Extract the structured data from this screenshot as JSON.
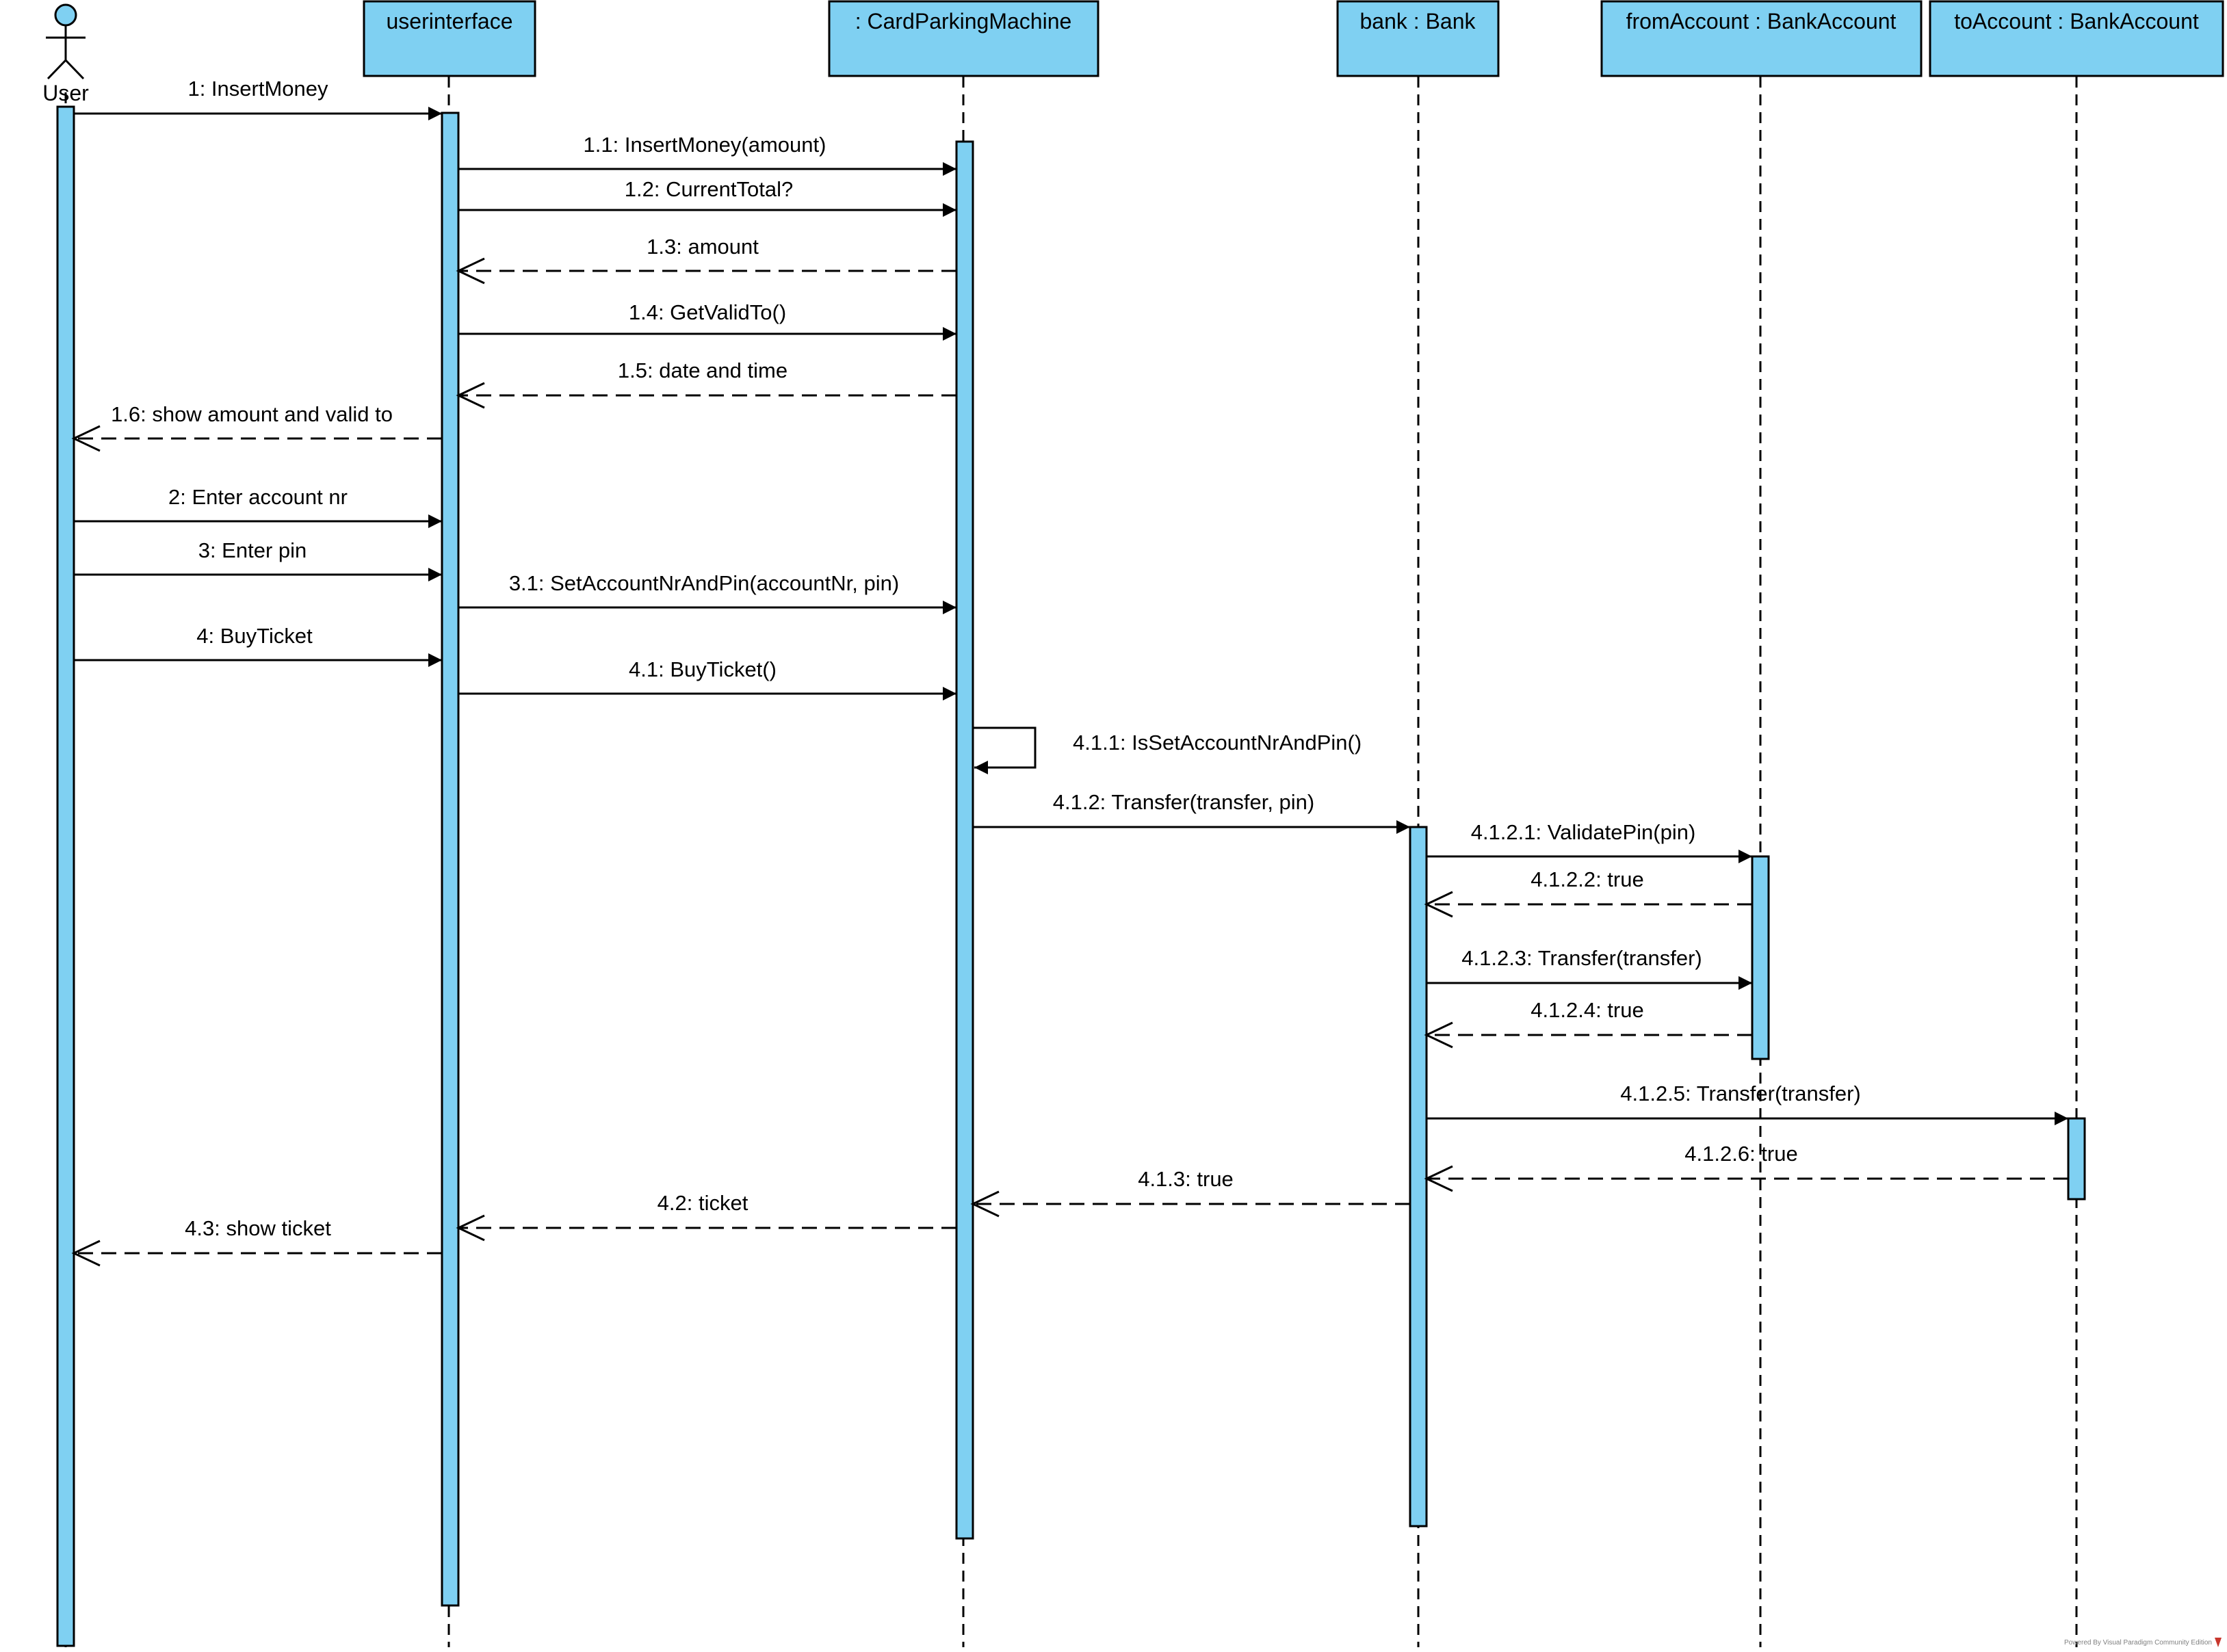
{
  "diagram": {
    "type": "UML sequence diagram",
    "colors": {
      "box": "#7fd0f2",
      "activation": "#7fd0f2",
      "line": "#000000",
      "logo": "#c8372d"
    },
    "actor": {
      "label": "User"
    },
    "lifelines": [
      {
        "id": "ui",
        "label": "userinterface"
      },
      {
        "id": "cpm",
        "label": ": CardParkingMachine"
      },
      {
        "id": "bank",
        "label": "bank : Bank"
      },
      {
        "id": "from",
        "label": "fromAccount : BankAccount"
      },
      {
        "id": "to",
        "label": "toAccount : BankAccount"
      }
    ],
    "messages": [
      {
        "label": "1: InsertMoney",
        "from": "user",
        "to": "ui",
        "kind": "sync"
      },
      {
        "label": "1.1: InsertMoney(amount)",
        "from": "ui",
        "to": "cpm",
        "kind": "sync"
      },
      {
        "label": "1.2: CurrentTotal?",
        "from": "ui",
        "to": "cpm",
        "kind": "sync"
      },
      {
        "label": "1.3: amount",
        "from": "cpm",
        "to": "ui",
        "kind": "return"
      },
      {
        "label": "1.4: GetValidTo()",
        "from": "ui",
        "to": "cpm",
        "kind": "sync"
      },
      {
        "label": "1.5: date and time",
        "from": "cpm",
        "to": "ui",
        "kind": "return"
      },
      {
        "label": "1.6: show amount and valid to",
        "from": "ui",
        "to": "user",
        "kind": "return"
      },
      {
        "label": "2: Enter account nr",
        "from": "user",
        "to": "ui",
        "kind": "sync"
      },
      {
        "label": "3: Enter pin",
        "from": "user",
        "to": "ui",
        "kind": "sync"
      },
      {
        "label": "3.1: SetAccountNrAndPin(accountNr, pin)",
        "from": "ui",
        "to": "cpm",
        "kind": "sync"
      },
      {
        "label": "4: BuyTicket",
        "from": "user",
        "to": "ui",
        "kind": "sync"
      },
      {
        "label": "4.1: BuyTicket()",
        "from": "ui",
        "to": "cpm",
        "kind": "sync"
      },
      {
        "label": "4.1.1: IsSetAccountNrAndPin()",
        "from": "cpm",
        "to": "cpm",
        "kind": "self"
      },
      {
        "label": "4.1.2: Transfer(transfer, pin)",
        "from": "cpm",
        "to": "bank",
        "kind": "sync"
      },
      {
        "label": "4.1.2.1: ValidatePin(pin)",
        "from": "bank",
        "to": "from",
        "kind": "sync"
      },
      {
        "label": "4.1.2.2: true",
        "from": "from",
        "to": "bank",
        "kind": "return"
      },
      {
        "label": "4.1.2.3: Transfer(transfer)",
        "from": "bank",
        "to": "from",
        "kind": "sync"
      },
      {
        "label": "4.1.2.4: true",
        "from": "from",
        "to": "bank",
        "kind": "return"
      },
      {
        "label": "4.1.2.5: Transfer(transfer)",
        "from": "bank",
        "to": "to",
        "kind": "sync"
      },
      {
        "label": "4.1.2.6: true",
        "from": "to",
        "to": "bank",
        "kind": "return"
      },
      {
        "label": "4.1.3: true",
        "from": "bank",
        "to": "cpm",
        "kind": "return"
      },
      {
        "label": "4.2: ticket",
        "from": "cpm",
        "to": "ui",
        "kind": "return"
      },
      {
        "label": "4.3: show ticket",
        "from": "ui",
        "to": "user",
        "kind": "return"
      }
    ],
    "footer": "Powered By Visual Paradigm Community Edition"
  }
}
